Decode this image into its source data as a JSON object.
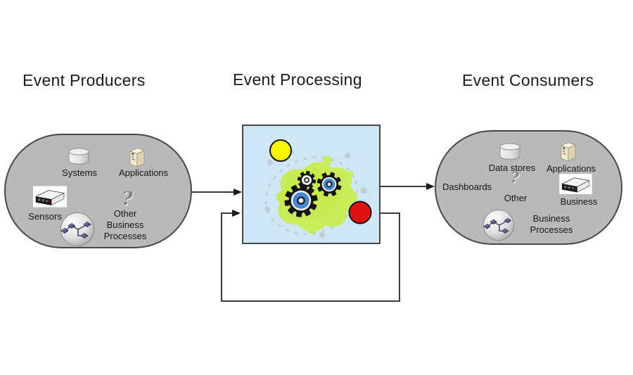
{
  "titles": {
    "producers": "Event Producers",
    "processing": "Event Processing",
    "consumers": "Event Consumers"
  },
  "producers": {
    "systems": "Systems",
    "applications": "Applications",
    "sensors": "Sensors",
    "question_mark": "?",
    "other_lines": [
      "Other",
      "Business",
      "Processes"
    ]
  },
  "consumers": {
    "data_stores": "Data stores",
    "applications": "Applications",
    "dashboards": "Dashboards",
    "question_mark": "?",
    "other": "Other",
    "business": "Business",
    "business_processes_lines": [
      "Business",
      "Processes"
    ]
  },
  "colors": {
    "stadium_fill": "#b9b9b9",
    "stadium_border": "#474747",
    "processing_box_fill": "#cfe6f4",
    "processing_box_border": "#474747",
    "event_yellow": "#f8f600",
    "event_red": "#de1212",
    "blob_green": "#c4e84b",
    "gear_blue": "#4688d2",
    "arrow": "#3a3a3a"
  }
}
